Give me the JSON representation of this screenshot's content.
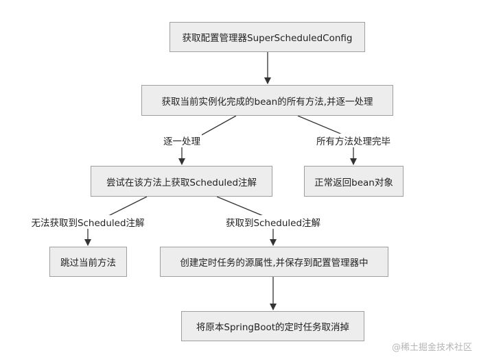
{
  "nodes": {
    "get_config": "获取配置管理器SuperScheduledConfig",
    "get_methods": "获取当前实例化完成的bean的所有方法,并逐一处理",
    "try_scheduled": "尝试在该方法上获取Scheduled注解",
    "return_bean": "正常返回bean对象",
    "skip_method": "跳过当前方法",
    "create_task": "创建定时任务的源属性,并保存到配置管理器中",
    "cancel_task": "将原本SpringBoot的定时任务取消掉"
  },
  "edges": {
    "process_each": "逐一处理",
    "all_done": "所有方法处理完毕",
    "not_found": "无法获取到Scheduled注解",
    "found": "获取到Scheduled注解"
  },
  "watermark": "@稀土掘金技术社区",
  "colors": {
    "node_fill": "#ededed",
    "node_border": "#9e9e9e",
    "line": "#333333"
  }
}
